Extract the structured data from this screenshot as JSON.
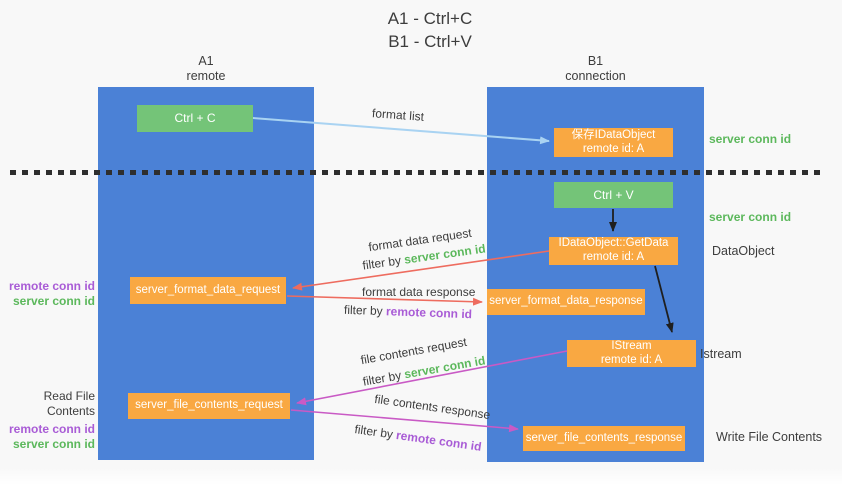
{
  "title": {
    "line1": "A1 - Ctrl+C",
    "line2": "B1 - Ctrl+V"
  },
  "lanes": {
    "left": {
      "name": "A1",
      "subtitle": "remote"
    },
    "right": {
      "name": "B1",
      "subtitle": "connection"
    }
  },
  "boxes": {
    "ctrl_c": "Ctrl + C",
    "ctrl_v": "Ctrl + V",
    "save_idataobject": {
      "title": "保存IDataObject",
      "subtitle": "remote id: A"
    },
    "getdata": {
      "title": "IDataObject::GetData",
      "subtitle": "remote id: A"
    },
    "istream": {
      "title": "IStream",
      "subtitle": "remote id: A"
    },
    "format_request": "server_format_data_request",
    "format_response": "server_format_data_response",
    "file_request": "server_file_contents_request",
    "file_response": "server_file_contents_response"
  },
  "side_labels": {
    "server_conn_id_top": "server conn id",
    "server_conn_id_mid": "server conn id",
    "dataobject": "DataObject",
    "istream": "Istream",
    "write_file": "Write File Contents",
    "read_file": "Read File Contents",
    "remote_conn_id_fmt": "remote conn id",
    "server_conn_id_fmt": "server conn id",
    "remote_conn_id_file": "remote conn id",
    "server_conn_id_file": "server conn id"
  },
  "arrow_labels": {
    "format_list": "format list",
    "format_data_request": "format data request",
    "format_data_request_filter_prefix": "filter by ",
    "format_data_request_filter_key": "server conn id",
    "format_data_response": "format data response",
    "format_data_response_filter_prefix": "filter by ",
    "format_data_response_filter_key": "remote conn id",
    "file_contents_request": "file contents request",
    "file_contents_request_filter_prefix": "filter by ",
    "file_contents_request_filter_key": "server conn id",
    "file_contents_response": "file contents response",
    "file_contents_response_filter_prefix": "filter by ",
    "file_contents_response_filter_key": "remote conn id"
  },
  "colors": {
    "lane_blue": "#4b81d6",
    "box_green": "#74c478",
    "box_orange": "#f9a842",
    "label_green": "#5cb85c",
    "label_purple": "#a95cd6",
    "arrow_salmon": "#ee6c5f",
    "arrow_magenta": "#c95ac5",
    "arrow_lightblue": "#a9d3f2",
    "arrow_black": "#1f1f1f"
  }
}
